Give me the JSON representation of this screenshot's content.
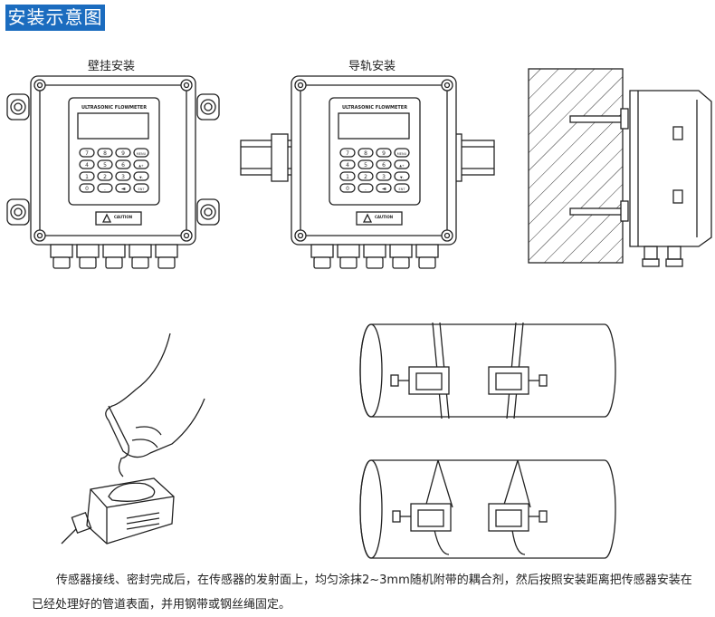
{
  "header": {
    "title": "安装示意图"
  },
  "captions": {
    "wall_mount": "壁挂安装",
    "rail_mount": "导轨安装"
  },
  "device": {
    "brand_label": "ULTRASONIC FLOWMETER",
    "caution_label": "CAUTION",
    "keys": [
      "7",
      "8",
      "9",
      "MENU",
      "4",
      "5",
      "6",
      "▲+",
      "1",
      "2",
      "3",
      "▼-",
      "0",
      ".",
      "◄",
      "ENT"
    ]
  },
  "instructions": {
    "line1": "传感器接线、密封完成后，在传感器的发射面上，均匀涂抹2~3mm随机附带的耦合剂，然后按照安装距离把传感器安装在",
    "line2": "已经处理好的管道表面，并用钢带或钢丝绳固定。"
  }
}
